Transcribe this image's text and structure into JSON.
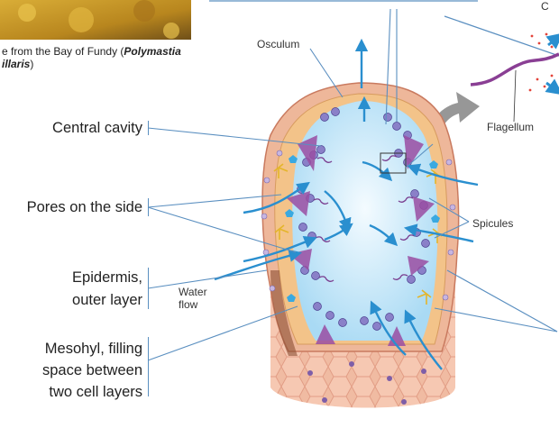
{
  "caption": {
    "line1_prefix": "e from the Bay of Fundy (",
    "line1_italic": "Polymastia",
    "line2_italic": "illaris",
    "line2_suffix": ")"
  },
  "labels": {
    "central_cavity": "Central cavity",
    "pores": "Pores on the side",
    "epidermis_1": "Epidermis,",
    "epidermis_2": "outer layer",
    "mesohyl_1": "Mesohyl, filling",
    "mesohyl_2": "space between",
    "mesohyl_3": "two cell layers",
    "osculum": "Osculum",
    "flagellum": "Flagellum",
    "spicules": "Spicules",
    "water_1": "Water",
    "water_2": "flow",
    "top_right_fragment": "C"
  },
  "colors": {
    "leader": "#5a8fc0",
    "water_arrow": "#2a8fcf",
    "cavity": "#d8effb",
    "body_wall": "#eeb79a",
    "mesohyl": "#f3c389",
    "collar_cell": "#8a80c8",
    "purple": "#8a3f94",
    "spicule": "#f1c33b",
    "photo": "#c99a2a"
  }
}
